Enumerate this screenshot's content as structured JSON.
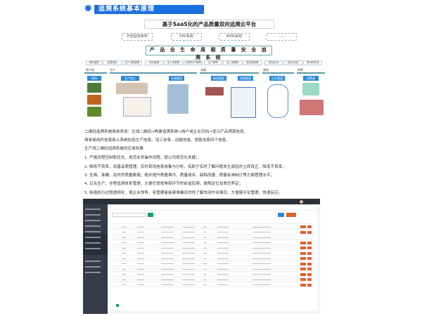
{
  "header": {
    "title": "追溯系统基本原理",
    "icon": "gear-icon",
    "accent": "#1b6fe0"
  },
  "diagram": {
    "platform": "基于SaaS化的产品质量双向追溯云平台",
    "systems": [
      "外部监管系统",
      "ERP系统",
      "WMS系统",
      "……"
    ],
    "core": "产 品 全 生 命 周 期 质 量 安 全 追 溯 系 统",
    "top_labels": [
      "原料管理",
      "监督抽查",
      "生产过程管理",
      "库存管理",
      "出入库管理",
      "识别码/产管理",
      "生产跟踪",
      "出入库跟踪",
      "供应链管理",
      "质检查询",
      "投诉/召回",
      "防伪码查询"
    ],
    "sections": [
      "原产地",
      "生产",
      "流通",
      "管理",
      "消费"
    ],
    "stages": [
      "原料",
      "生产加工",
      "仓储管理",
      "物流管理",
      "经销管理",
      "企业管理",
      "消费者"
    ]
  },
  "body_text": [
    "二维码追溯系统简单来说：生成二维码→构建追溯系统→用户或企业扫码→显示产品溯源信息。",
    "简单易用的信息录入系统包括生产信息、加工信息、运输信息、销售信息四个信息。",
    "生产线二维码追溯系统的应用效果",
    "1. 严格流程控制和优化，规范业务操作流程，使公司规范化发展；",
    "2. 降低不良率，改善品质管理，实时现场信息收集与分析，有助于实时了解问题发生原因并立即改正，降低不良率；",
    "3. 全面、准确、及时的质量数据，稳步提升质量事件、质量成本、缺陷改善、质量标准制订等方面管理水平；",
    "4. 记名生产，全程追溯体系管理，方便任意视角和环节的前追后溯，故障定位及责任界定；",
    "5. 制造执行过程透明化，使企业领导，各管理者能够准确及时地了解车间作业情况，方便扁平化管理，快速反应。"
  ],
  "dashboard": {
    "sidebar_color": "#353b48",
    "button_color": "#e2602e",
    "primary_color": "#1a9a7a"
  }
}
